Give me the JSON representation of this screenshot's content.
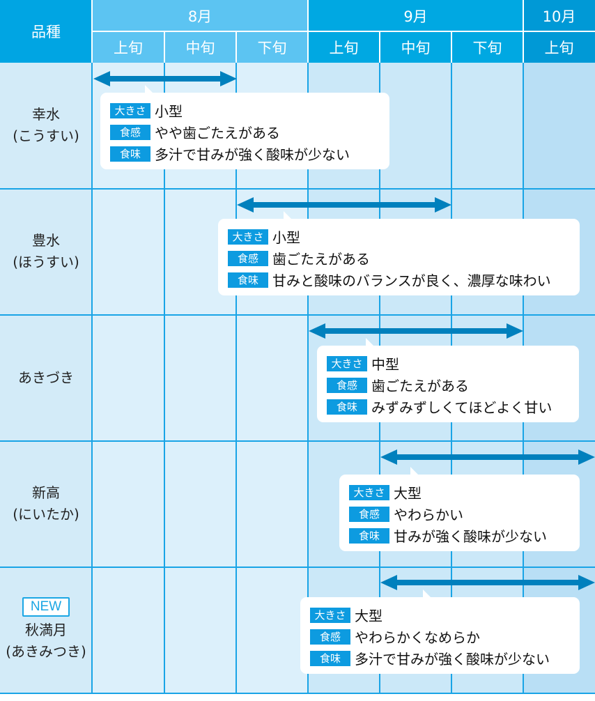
{
  "header": {
    "variety_label": "品種",
    "months": [
      {
        "label": "8月",
        "color": "#5cc4f2"
      },
      {
        "label": "9月",
        "color": "#00a8e2"
      },
      {
        "label": "10月",
        "color": "#0099d6"
      }
    ],
    "periods": [
      "上旬",
      "中旬",
      "下旬",
      "上旬",
      "中旬",
      "下旬",
      "上旬"
    ]
  },
  "tag_labels": {
    "size": "大きさ",
    "texture": "食感",
    "taste": "食味"
  },
  "colors": {
    "grid_line": "#19a4e6",
    "arrow": "#0080bd",
    "tag": "#0d9be0",
    "new_badge": "#1aa6e4"
  },
  "varieties": [
    {
      "name": "幸水",
      "reading": "(こうすい)",
      "is_new": false,
      "season": "8月上旬〜8月中旬",
      "size": "小型",
      "texture": "やや歯ごたえがある",
      "taste": "多汁で甘みが強く酸味が少ない"
    },
    {
      "name": "豊水",
      "reading": "(ほうすい)",
      "is_new": false,
      "season": "8月下旬〜9月中旬",
      "size": "小型",
      "texture": "歯ごたえがある",
      "taste": "甘みと酸味のバランスが良く、濃厚な味わい"
    },
    {
      "name": "あきづき",
      "reading": "",
      "is_new": false,
      "season": "9月上旬〜9月下旬",
      "size": "中型",
      "texture": "歯ごたえがある",
      "taste": "みずみずしくてほどよく甘い"
    },
    {
      "name": "新高",
      "reading": "(にいたか)",
      "is_new": false,
      "season": "9月中旬〜10月上旬",
      "size": "大型",
      "texture": "やわらかい",
      "taste": "甘みが強く酸味が少ない"
    },
    {
      "name": "秋満月",
      "reading": "(あきみつき)",
      "is_new": true,
      "new_label": "NEW",
      "season": "9月中旬〜10月上旬",
      "size": "大型",
      "texture": "やわらかくなめらか",
      "taste": "多汁で甘みが強く酸味が少ない"
    }
  ],
  "chart_data": {
    "type": "table",
    "title": "品種別 旬カレンダー",
    "columns": [
      "品種",
      "8月上旬",
      "8月中旬",
      "8月下旬",
      "9月上旬",
      "9月中旬",
      "9月下旬",
      "10月上旬"
    ],
    "rows": [
      {
        "variety": "幸水 (こうすい)",
        "start": "8月上旬",
        "end": "8月中旬",
        "size": "小型",
        "texture": "やや歯ごたえがある",
        "taste": "多汁で甘みが強く酸味が少ない"
      },
      {
        "variety": "豊水 (ほうすい)",
        "start": "8月下旬",
        "end": "9月中旬",
        "size": "小型",
        "texture": "歯ごたえがある",
        "taste": "甘みと酸味のバランスが良く、濃厚な味わい"
      },
      {
        "variety": "あきづき",
        "start": "9月上旬",
        "end": "9月下旬",
        "size": "中型",
        "texture": "歯ごたえがある",
        "taste": "みずみずしくてほどよく甘い"
      },
      {
        "variety": "新高 (にいたか)",
        "start": "9月中旬",
        "end": "10月上旬",
        "size": "大型",
        "texture": "やわらかい",
        "taste": "甘みが強く酸味が少ない"
      },
      {
        "variety": "秋満月 (あきみつき) NEW",
        "start": "9月中旬",
        "end": "10月上旬",
        "size": "大型",
        "texture": "やわらかくなめらか",
        "taste": "多汁で甘みが強く酸味が少ない"
      }
    ]
  }
}
